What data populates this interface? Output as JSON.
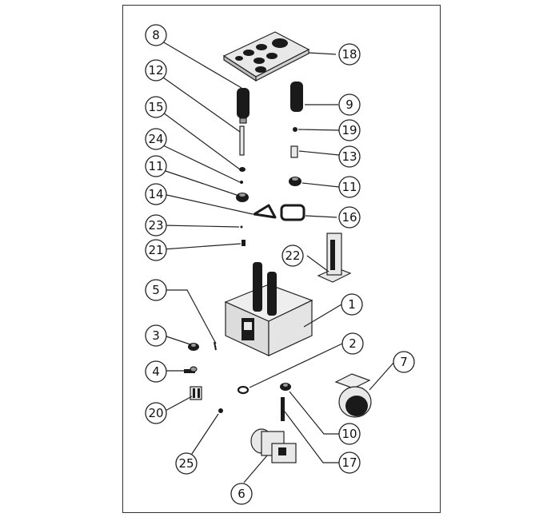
{
  "diagram": {
    "callouts": [
      {
        "id": "c8",
        "label": "8"
      },
      {
        "id": "c18",
        "label": "18"
      },
      {
        "id": "c12",
        "label": "12"
      },
      {
        "id": "c9",
        "label": "9"
      },
      {
        "id": "c15",
        "label": "15"
      },
      {
        "id": "c19",
        "label": "19"
      },
      {
        "id": "c24",
        "label": "24"
      },
      {
        "id": "c13",
        "label": "13"
      },
      {
        "id": "c11a",
        "label": "11"
      },
      {
        "id": "c11b",
        "label": "11"
      },
      {
        "id": "c14",
        "label": "14"
      },
      {
        "id": "c16",
        "label": "16"
      },
      {
        "id": "c23",
        "label": "23"
      },
      {
        "id": "c21",
        "label": "21"
      },
      {
        "id": "c22",
        "label": "22"
      },
      {
        "id": "c5",
        "label": "5"
      },
      {
        "id": "c1",
        "label": "1"
      },
      {
        "id": "c3",
        "label": "3"
      },
      {
        "id": "c2",
        "label": "2"
      },
      {
        "id": "c7",
        "label": "7"
      },
      {
        "id": "c4",
        "label": "4"
      },
      {
        "id": "c20",
        "label": "20"
      },
      {
        "id": "c10",
        "label": "10"
      },
      {
        "id": "c25",
        "label": "25"
      },
      {
        "id": "c17",
        "label": "17"
      },
      {
        "id": "c6",
        "label": "6"
      }
    ],
    "colors": {
      "line": "#222222",
      "fill_dark": "#1a1a1a",
      "fill_light": "#e8e8e8",
      "fill_mid": "#9a9a9a"
    }
  }
}
